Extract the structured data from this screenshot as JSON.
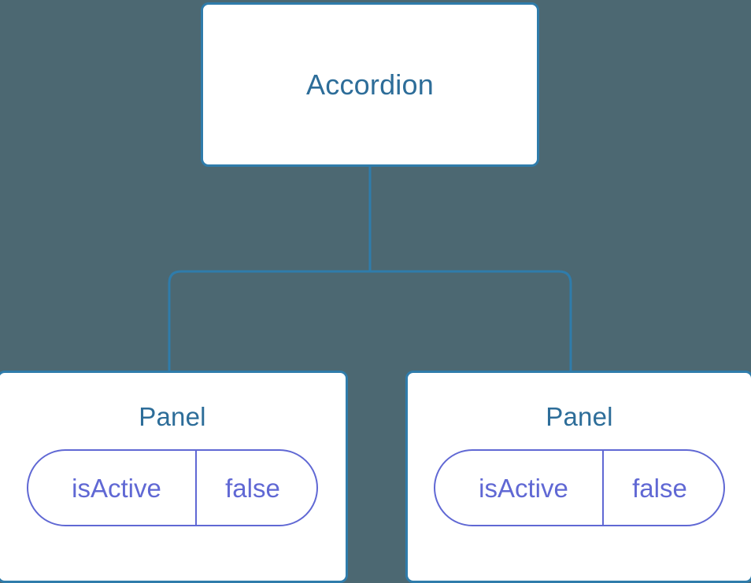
{
  "diagram": {
    "background_color": "#4c6872",
    "node_border_color": "#2f7cab",
    "node_fill_color": "#ffffff",
    "node_text_color": "#2d6d99",
    "pill_color": "#6068d4",
    "connector_color": "#2f7cab",
    "root": {
      "title": "Accordion"
    },
    "children": [
      {
        "title": "Panel",
        "prop": {
          "key": "isActive",
          "value": "false"
        }
      },
      {
        "title": "Panel",
        "prop": {
          "key": "isActive",
          "value": "false"
        }
      }
    ]
  }
}
